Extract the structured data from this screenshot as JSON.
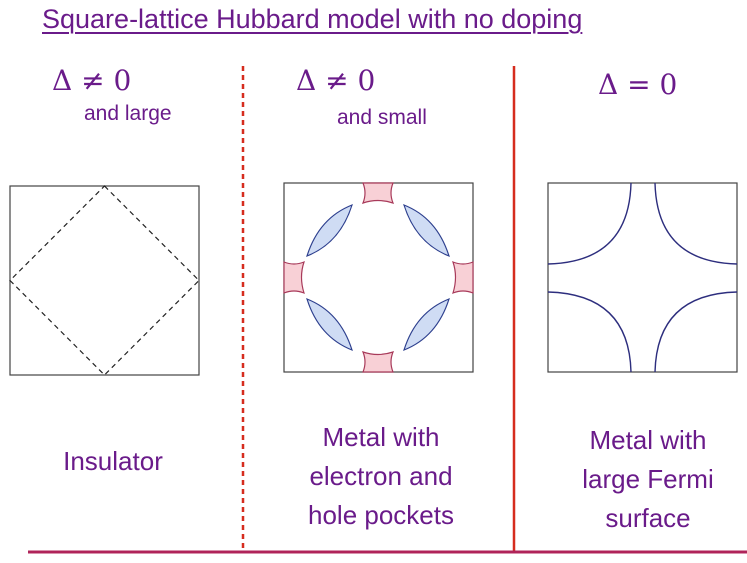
{
  "title": "Square-lattice Hubbard model with no doping",
  "columns": [
    {
      "condition": "Δ ≠ 0",
      "qualifier": "and large",
      "label": "Insulator"
    },
    {
      "condition": "Δ ≠ 0",
      "qualifier": "and small",
      "label": "Metal with\nelectron and\nhole pockets"
    },
    {
      "condition": "Δ = 0",
      "qualifier": "",
      "label": "Metal with\nlarge Fermi\nsurface"
    }
  ],
  "colors": {
    "text": "#6a1b8a",
    "divider": "#d62c1e",
    "baseline": "#b0245a",
    "electron_pocket_fill": "#cfdcf4",
    "electron_pocket_stroke": "#2d3f8e",
    "hole_pocket_fill": "#f8d0d6",
    "hole_pocket_stroke": "#a83a5a",
    "fermi_surface": "#2d2e7e",
    "box_stroke": "#444444"
  }
}
